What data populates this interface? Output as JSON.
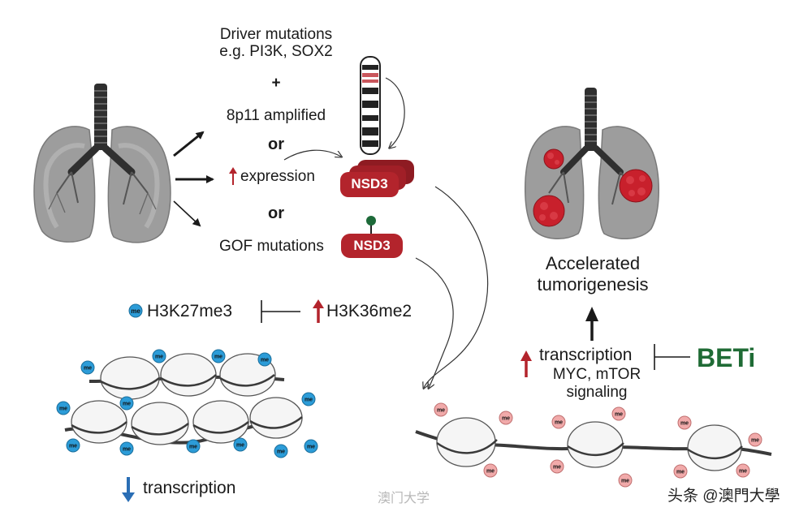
{
  "texts": {
    "driver_mutations": "Driver mutations",
    "driver_examples": "e.g. PI3K, SOX2",
    "plus": "+",
    "amplified": "8p11 amplified",
    "or_1": "or",
    "expression": "expression",
    "or_2": "or",
    "gof_mutations": "GOF mutations",
    "nsd3_stack": "NSD3",
    "nsd3_single": "NSD3",
    "h3k27me3": "H3K27me3",
    "h3k36me2": "H3K36me2",
    "transcription_down": "transcription",
    "accelerated_line1": "Accelerated",
    "accelerated_line2": "tumorigenesis",
    "transcription_up": "transcription",
    "myc_mtor": "MYC, mTOR",
    "signaling": "signaling",
    "beti": "BETi",
    "me_tag": "me",
    "watermark_left": "澳门大学",
    "watermark_right": "头条 @澳門大學"
  },
  "colors": {
    "nsd3_red": "#b3242c",
    "beti_green": "#1f6b35",
    "me_blue": "#2c9cd8",
    "me_pink": "#f1aaaa",
    "arrow_red": "#b3242c",
    "arrow_blue": "#2a6eb5",
    "lung_gray": "#9a9a9a",
    "tumor_red": "#c8202c"
  }
}
